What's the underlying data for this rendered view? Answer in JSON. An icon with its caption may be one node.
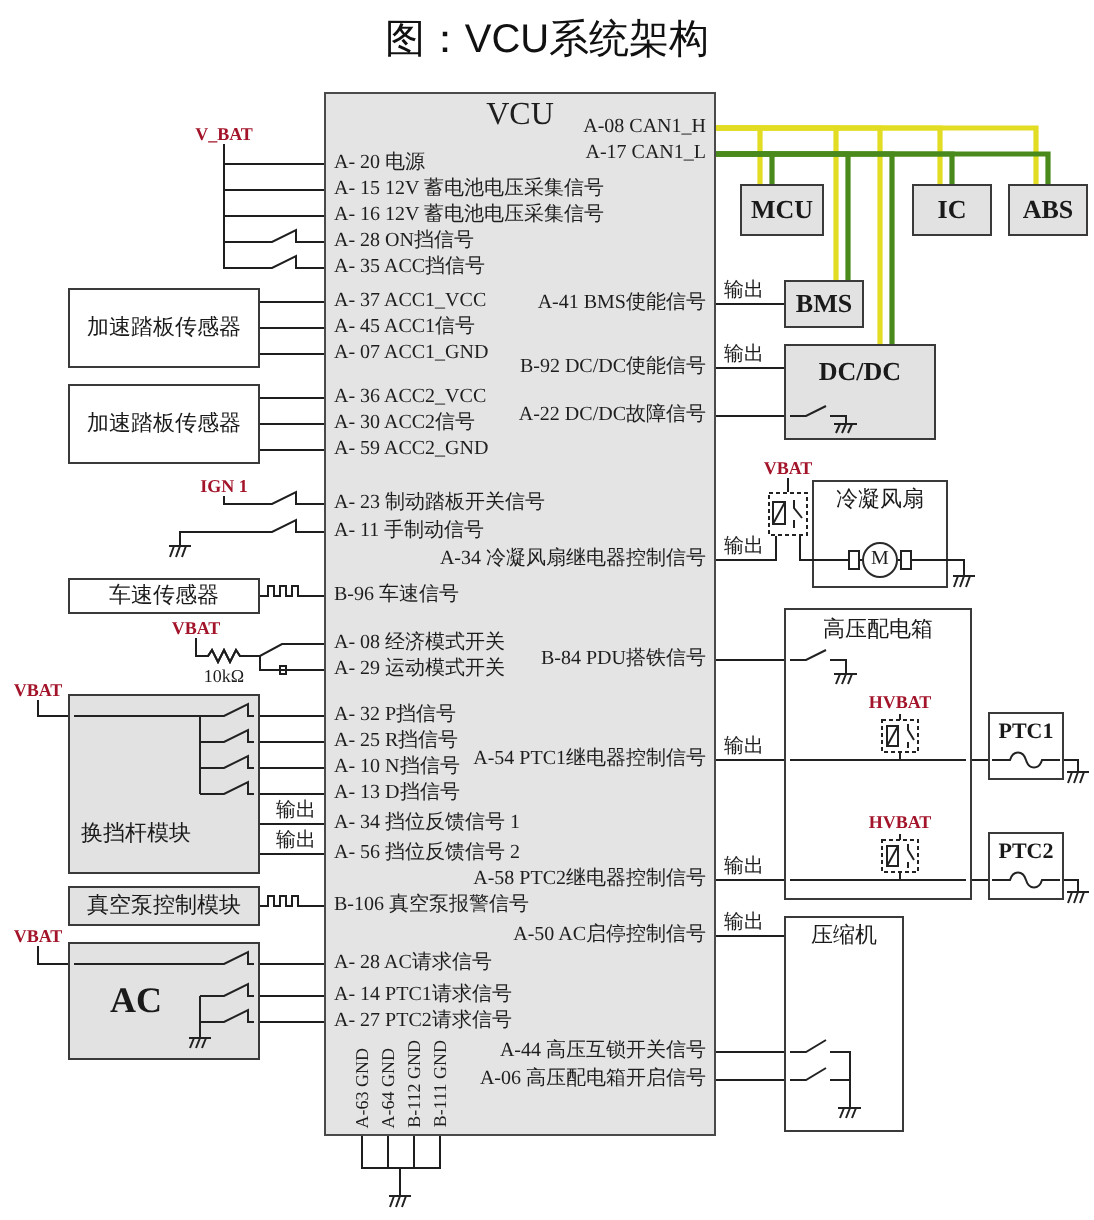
{
  "diagram": {
    "title": "图：VCU系统架构",
    "nodes": [
      {
        "text": [
          "VCU"
        ]
      },
      {
        "text": [
          "A- 20 电源"
        ],
        "in": 0
      },
      {
        "text": [
          "A- 15 12V 蓄电池电压采集信号"
        ],
        "in": 0
      },
      {
        "text": [
          "A- 16 12V 蓄电池电压采集信号"
        ],
        "in": 0
      },
      {
        "text": [
          "A- 28 ON挡信号"
        ],
        "in": 0
      },
      {
        "text": [
          "A- 35 ACC挡信号"
        ],
        "in": 0
      },
      {
        "text": [
          "A- 37 ACC1_VCC"
        ],
        "in": 0
      },
      {
        "text": [
          "A- 45 ACC1信号"
        ],
        "in": 0
      },
      {
        "text": [
          "A- 07 ACC1_GND"
        ],
        "in": 0
      },
      {
        "text": [
          "A- 36 ACC2_VCC"
        ],
        "in": 0
      },
      {
        "text": [
          "A- 30 ACC2信号"
        ],
        "in": 0
      },
      {
        "text": [
          "A- 59 ACC2_GND"
        ],
        "in": 0
      },
      {
        "text": [
          "A- 23 制动踏板开关信号"
        ],
        "in": 0
      },
      {
        "text": [
          "A- 11 手制动信号"
        ],
        "in": 0
      },
      {
        "text": [
          "B-96 车速信号"
        ],
        "in": 0
      },
      {
        "text": [
          "A- 08 经济模式开关"
        ],
        "in": 0
      },
      {
        "text": [
          "A- 29 运动模式开关"
        ],
        "in": 0
      },
      {
        "text": [
          "A- 32 P挡信号"
        ],
        "in": 0
      },
      {
        "text": [
          "A- 25 R挡信号"
        ],
        "in": 0
      },
      {
        "text": [
          "A- 10 N挡信号"
        ],
        "in": 0
      },
      {
        "text": [
          "A- 13 D挡信号"
        ],
        "in": 0
      },
      {
        "text": [
          "A- 34 挡位反馈信号 1"
        ],
        "in": 0
      },
      {
        "text": [
          "A- 56 挡位反馈信号 2"
        ],
        "in": 0
      },
      {
        "text": [
          "B-106 真空泵报警信号"
        ],
        "in": 0
      },
      {
        "text": [
          "A- 28 AC请求信号"
        ],
        "in": 0
      },
      {
        "text": [
          "A- 14 PTC1请求信号"
        ],
        "in": 0
      },
      {
        "text": [
          "A- 27 PTC2请求信号"
        ],
        "in": 0
      },
      {
        "text": [
          "A-63 GND"
        ],
        "in": 0
      },
      {
        "text": [
          "A-64 GND"
        ],
        "in": 0
      },
      {
        "text": [
          "B-112 GND"
        ],
        "in": 0
      },
      {
        "text": [
          "B-111 GND"
        ],
        "in": 0
      },
      {
        "text": [
          "A-08 CAN1_H"
        ],
        "in": 0
      },
      {
        "text": [
          "A-17 CAN1_L"
        ],
        "in": 0
      },
      {
        "text": [
          "A-41 BMS使能信号"
        ],
        "in": 0
      },
      {
        "text": [
          "B-92 DC/DC使能信号"
        ],
        "in": 0
      },
      {
        "text": [
          "A-22 DC/DC故障信号"
        ],
        "in": 0
      },
      {
        "text": [
          "A-34 冷凝风扇继电器控制信号"
        ],
        "in": 0
      },
      {
        "text": [
          "B-84 PDU搭铁信号"
        ],
        "in": 0
      },
      {
        "text": [
          "A-54 PTC1继电器控制信号"
        ],
        "in": 0
      },
      {
        "text": [
          "A-58 PTC2继电器控制信号"
        ],
        "in": 0
      },
      {
        "text": [
          "A-50 AC启停控制信号"
        ],
        "in": 0
      },
      {
        "text": [
          "A-44 高压互锁开关信号"
        ],
        "in": 0
      },
      {
        "text": [
          "A-06 高压配电箱开启信号"
        ],
        "in": 0
      },
      {
        "text": [
          "V_BAT"
        ]
      },
      {
        "text": [
          "加速踏板传感器"
        ]
      },
      {
        "text": [
          "加速踏板传感器"
        ]
      },
      {
        "text": [
          "IGN 1"
        ]
      },
      {
        "text": [
          "车速传感器"
        ]
      },
      {
        "text": [
          "VBAT"
        ]
      },
      {
        "text": [
          "换挡杆模块"
        ]
      },
      {
        "text": [
          "VBAT"
        ]
      },
      {
        "text": [
          "真空泵控制模块"
        ]
      },
      {
        "text": [
          "VBAT"
        ]
      },
      {
        "text": [
          "AC"
        ]
      },
      {
        "text": [
          "MCU"
        ]
      },
      {
        "text": [
          "IC"
        ]
      },
      {
        "text": [
          "ABS"
        ]
      },
      {
        "text": [
          "BMS"
        ]
      },
      {
        "text": [
          "DC/DC"
        ]
      },
      {
        "text": [
          "冷凝风扇"
        ]
      },
      {
        "text": [
          "M"
        ],
        "in": 59
      },
      {
        "text": [
          "高压配电箱"
        ]
      },
      {
        "text": [
          "PTC1"
        ]
      },
      {
        "text": [
          "PTC2"
        ]
      },
      {
        "text": [
          "压缩机"
        ]
      },
      {
        "text": [
          "VBAT"
        ]
      },
      {
        "text": [],
        "shape": "picture"
      }
    ],
    "edges": [
      {
        "from": 43,
        "to": 1,
        "arrow": "none"
      },
      {
        "from": 43,
        "to": 2,
        "arrow": "none"
      },
      {
        "from": 43,
        "to": 3,
        "arrow": "none"
      },
      {
        "from": 43,
        "to": 4,
        "arrow": "none"
      },
      {
        "from": 43,
        "to": 5,
        "arrow": "none"
      },
      {
        "from": 44,
        "to": 6,
        "arrow": "none"
      },
      {
        "from": 44,
        "to": 7,
        "arrow": "none"
      },
      {
        "from": 44,
        "to": 8,
        "arrow": "none"
      },
      {
        "from": 45,
        "to": 9,
        "arrow": "none"
      },
      {
        "from": 45,
        "to": 10,
        "arrow": "none"
      },
      {
        "from": 45,
        "to": 11,
        "arrow": "none"
      },
      {
        "from": 46,
        "to": 12,
        "arrow": "none"
      },
      {
        "from": null,
        "to": 13,
        "arrow": "none"
      },
      {
        "from": 47,
        "to": 14,
        "arrow": "none"
      },
      {
        "from": 48,
        "to": 15,
        "arrow": "none"
      },
      {
        "from": 48,
        "to": 16,
        "arrow": "none"
      },
      {
        "from": 50,
        "to": 49,
        "arrow": "none"
      },
      {
        "from": 49,
        "to": 17,
        "arrow": "none"
      },
      {
        "from": 49,
        "to": 18,
        "arrow": "none"
      },
      {
        "from": 49,
        "to": 19,
        "arrow": "none"
      },
      {
        "from": 49,
        "to": 20,
        "arrow": "none"
      },
      {
        "from": 49,
        "to": 21,
        "label": "输出",
        "arrow": "none"
      },
      {
        "from": 49,
        "to": 22,
        "label": "输出",
        "arrow": "none"
      },
      {
        "from": 51,
        "to": 23,
        "arrow": "none"
      },
      {
        "from": 52,
        "to": 53,
        "arrow": "none"
      },
      {
        "from": 53,
        "to": 24,
        "arrow": "none"
      },
      {
        "from": 53,
        "to": 25,
        "arrow": "none"
      },
      {
        "from": 53,
        "to": 26,
        "arrow": "none"
      },
      {
        "from": 27,
        "to": null,
        "arrow": "none"
      },
      {
        "from": 28,
        "to": null,
        "arrow": "none"
      },
      {
        "from": 29,
        "to": null,
        "arrow": "none"
      },
      {
        "from": 30,
        "to": null,
        "arrow": "none"
      },
      {
        "from": 31,
        "to": 54,
        "arrow": "none",
        "style": "thick",
        "color": "#e2dd22"
      },
      {
        "from": 31,
        "to": 57,
        "arrow": "none",
        "style": "thick",
        "color": "#e2dd22"
      },
      {
        "from": 31,
        "to": 58,
        "arrow": "none",
        "style": "thick",
        "color": "#e2dd22"
      },
      {
        "from": 31,
        "to": 55,
        "arrow": "none",
        "style": "thick",
        "color": "#e2dd22"
      },
      {
        "from": 31,
        "to": 56,
        "arrow": "none",
        "style": "thick",
        "color": "#e2dd22"
      },
      {
        "from": 32,
        "to": 54,
        "arrow": "none",
        "style": "thick",
        "color": "#4a8a1c"
      },
      {
        "from": 32,
        "to": 57,
        "arrow": "none",
        "style": "thick",
        "color": "#4a8a1c"
      },
      {
        "from": 32,
        "to": 58,
        "arrow": "none",
        "style": "thick",
        "color": "#4a8a1c"
      },
      {
        "from": 32,
        "to": 55,
        "arrow": "none",
        "style": "thick",
        "color": "#4a8a1c"
      },
      {
        "from": 32,
        "to": 56,
        "arrow": "none",
        "style": "thick",
        "color": "#4a8a1c"
      },
      {
        "from": 33,
        "to": 57,
        "label": "输出",
        "arrow": "none"
      },
      {
        "from": 34,
        "to": 58,
        "label": "输出",
        "arrow": "none"
      },
      {
        "from": 35,
        "to": 58,
        "arrow": "none"
      },
      {
        "from": 65,
        "to": 66,
        "arrow": "none"
      },
      {
        "from": 36,
        "to": 66,
        "label": "输出",
        "arrow": "none"
      },
      {
        "from": 66,
        "to": 60,
        "arrow": "none"
      },
      {
        "from": 60,
        "to": null,
        "arrow": "none"
      },
      {
        "from": 37,
        "to": 61,
        "arrow": "none"
      },
      {
        "from": 38,
        "to": 61,
        "label": "输出",
        "arrow": "none"
      },
      {
        "from": 61,
        "to": 62,
        "arrow": "none"
      },
      {
        "from": 39,
        "to": 61,
        "label": "输出",
        "arrow": "none"
      },
      {
        "from": 61,
        "to": 63,
        "arrow": "none"
      },
      {
        "from": 62,
        "to": null,
        "arrow": "none"
      },
      {
        "from": 63,
        "to": null,
        "arrow": "none"
      },
      {
        "from": 40,
        "to": 64,
        "label": "输出",
        "arrow": "none"
      },
      {
        "from": 41,
        "to": 64,
        "arrow": "none"
      },
      {
        "from": 42,
        "to": 64,
        "arrow": "none"
      }
    ],
    "labels": [
      "10kΩ",
      "HVBAT",
      "HVBAT"
    ]
  }
}
